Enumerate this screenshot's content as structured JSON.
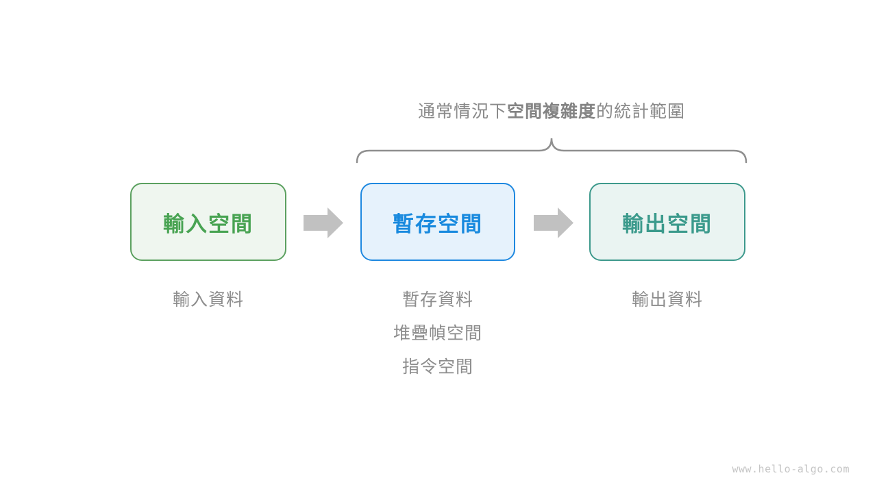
{
  "title": {
    "prefix": "通常情況下",
    "emphasis": "空間複雜度",
    "suffix": "的統計範圍"
  },
  "boxes": [
    {
      "id": "input-space",
      "label": "輸入空間",
      "theme": "green"
    },
    {
      "id": "buffer-space",
      "label": "暫存空間",
      "theme": "blue"
    },
    {
      "id": "output-space",
      "label": "輸出空間",
      "theme": "teal"
    }
  ],
  "annotations": {
    "input": "輸入資料",
    "buffer": [
      "暫存資料",
      "堆疊幀空間",
      "指令空間"
    ],
    "output": "輸出資料"
  },
  "watermark": "www.hello-algo.com",
  "colors": {
    "green_border": "#5BA05F",
    "green_bg": "#EFF6EF",
    "green_text": "#48A352",
    "blue_border": "#1E88E0",
    "blue_bg": "#E6F2FC",
    "blue_text": "#1789DE",
    "teal_border": "#3D998C",
    "teal_bg": "#EAF4F2",
    "teal_text": "#3B9A8C",
    "arrow": "#C1C1C1",
    "brace": "#8F8F8F",
    "title_text": "#8A8A8A",
    "label_text": "#8D8D8D",
    "watermark_text": "#C6C6C6"
  }
}
